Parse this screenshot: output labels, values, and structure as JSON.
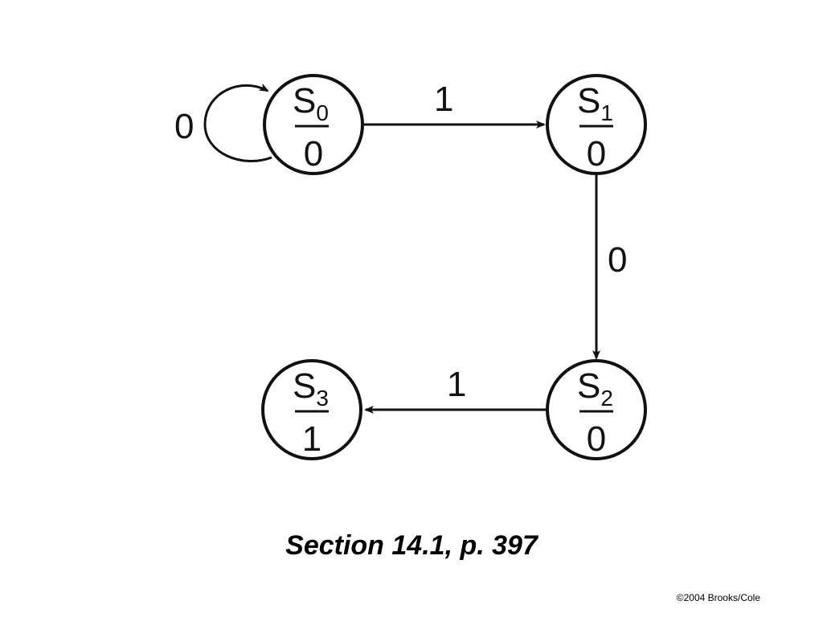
{
  "diagram": {
    "states": [
      {
        "id": "s0",
        "name_base": "S",
        "name_sub": "0",
        "output": "0"
      },
      {
        "id": "s1",
        "name_base": "S",
        "name_sub": "1",
        "output": "0"
      },
      {
        "id": "s2",
        "name_base": "S",
        "name_sub": "2",
        "output": "0"
      },
      {
        "id": "s3",
        "name_base": "S",
        "name_sub": "3",
        "output": "1"
      }
    ],
    "transitions": [
      {
        "from": "s0",
        "to": "s0",
        "label": "0"
      },
      {
        "from": "s0",
        "to": "s1",
        "label": "1"
      },
      {
        "from": "s1",
        "to": "s2",
        "label": "0"
      },
      {
        "from": "s2",
        "to": "s3",
        "label": "1"
      }
    ]
  },
  "caption": "Section 14.1, p. 397",
  "copyright": "©2004 Brooks/Cole"
}
